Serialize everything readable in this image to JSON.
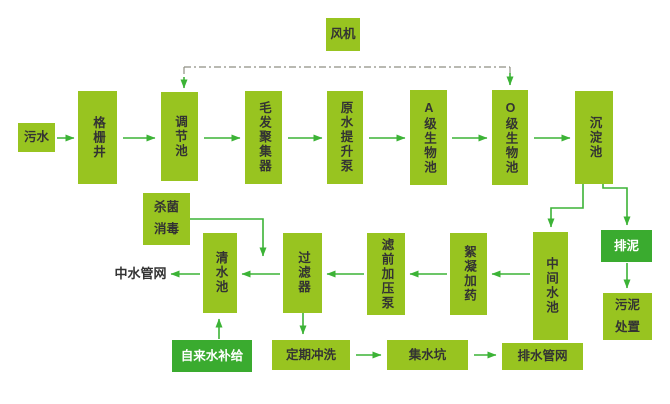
{
  "colors": {
    "box_light": "#98c420",
    "box_dark": "#3aab2f",
    "arrow": "#3cb336",
    "dashed": "#8f8f83",
    "text_dark": "#333333",
    "text_light": "#ffffff",
    "bg": "#ffffff"
  },
  "nodes": {
    "fengji": {
      "label": "风机"
    },
    "wushui": {
      "label": "污水"
    },
    "geshanjing": {
      "label": "格栅井"
    },
    "tiaojiechi": {
      "label": "调节池"
    },
    "maofajuqi": {
      "label": "毛发聚集器"
    },
    "yuanshuitishengbeng": {
      "label": "原水提升泵"
    },
    "ajishengwuchi": {
      "label": "A级生物池"
    },
    "ojishengwuchi": {
      "label": "O级生物池"
    },
    "chendianchi": {
      "label": "沉淀池"
    },
    "shajunxiaodu": {
      "label": "杀菌\n消毒"
    },
    "qingshuichi": {
      "label": "清水池"
    },
    "guolvqi": {
      "label": "过滤器"
    },
    "lvqianjiayabeng": {
      "label": "滤前加压泵"
    },
    "xuningjiayao": {
      "label": "絮凝加药"
    },
    "zhongjianshuichi": {
      "label": "中间水池"
    },
    "paini": {
      "label": "排泥"
    },
    "wunichuzhi": {
      "label": "污泥\n处置"
    },
    "zhongshuiguanwang": {
      "label": "中水管网"
    },
    "zilaishuibuji": {
      "label": "自来水补给"
    },
    "dingqichongxi": {
      "label": "定期冲洗"
    },
    "jishuikeng": {
      "label": "集水坑"
    },
    "paishuiguanwang": {
      "label": "排水管网"
    }
  }
}
